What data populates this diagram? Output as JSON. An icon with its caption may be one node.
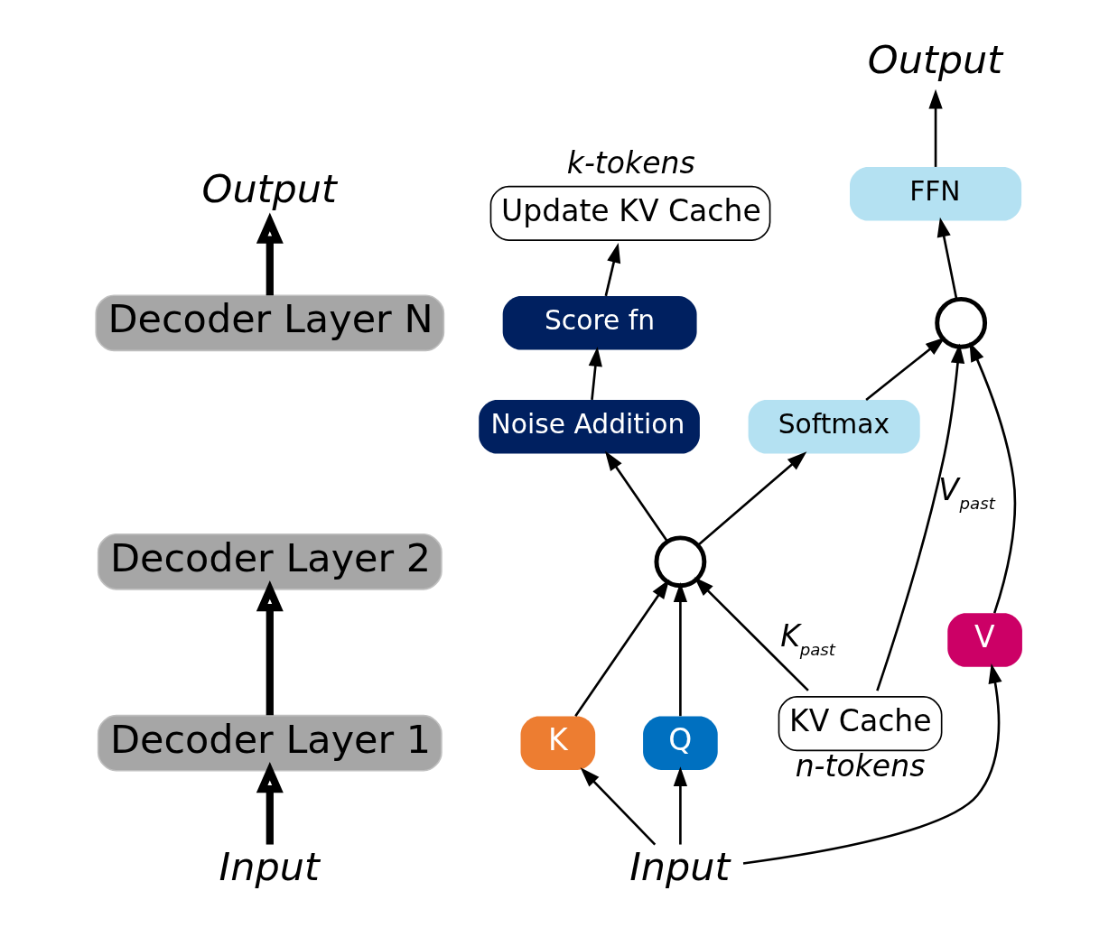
{
  "diagram": {
    "nodes": [
      {
        "text": [
          "Output"
        ]
      },
      {
        "text": [
          "Decoder Layer N"
        ]
      },
      {
        "text": [
          "Decoder Layer 2"
        ]
      },
      {
        "text": [
          "Decoder Layer 1"
        ]
      },
      {
        "text": [
          "Input"
        ]
      },
      {
        "text": [
          "Output"
        ]
      },
      {
        "text": [
          "Update KV Cache"
        ],
        "beside": [
          "k-tokens"
        ]
      },
      {
        "text": [
          "Score fn"
        ]
      },
      {
        "text": [
          "FFN"
        ]
      },
      {
        "text": [],
        "shape": "circle"
      },
      {
        "text": [
          "Noise Addition"
        ]
      },
      {
        "text": [
          "Softmax"
        ]
      },
      {
        "text": [],
        "shape": "circle"
      },
      {
        "text": [
          "Q"
        ]
      },
      {
        "text": [
          "K"
        ]
      },
      {
        "text": [
          "V"
        ]
      },
      {
        "text": [
          "KV Cache"
        ],
        "beside": [
          "n-tokens"
        ]
      },
      {
        "text": [
          "Input"
        ]
      }
    ],
    "edges": [
      {
        "from": 4,
        "to": 3,
        "arrow": "to",
        "style": "thick"
      },
      {
        "from": 3,
        "to": 2,
        "arrow": "to",
        "style": "thick"
      },
      {
        "from": 1,
        "to": 0,
        "arrow": "to",
        "style": "thick"
      },
      {
        "from": 8,
        "to": 5,
        "arrow": "to"
      },
      {
        "from": 7,
        "to": 6,
        "arrow": "to"
      },
      {
        "from": 10,
        "to": 7,
        "arrow": "to"
      },
      {
        "from": 9,
        "to": 8,
        "arrow": "to"
      },
      {
        "from": 11,
        "to": 9,
        "arrow": "to"
      },
      {
        "from": 15,
        "to": 9,
        "arrow": "to"
      },
      {
        "from": 16,
        "to": 9,
        "arrow": "to",
        "label": "V$_{past}$"
      },
      {
        "from": 12,
        "to": 11,
        "arrow": "to"
      },
      {
        "from": 12,
        "to": 10,
        "arrow": "to"
      },
      {
        "from": 13,
        "to": 12,
        "arrow": "to"
      },
      {
        "from": 14,
        "to": 12,
        "arrow": "to"
      },
      {
        "from": 16,
        "to": 12,
        "arrow": "to",
        "label": "K$_{past}$"
      },
      {
        "from": 17,
        "to": 13,
        "arrow": "to"
      },
      {
        "from": 17,
        "to": 14,
        "arrow": "to"
      },
      {
        "from": 17,
        "to": 15,
        "arrow": "to"
      }
    ]
  }
}
